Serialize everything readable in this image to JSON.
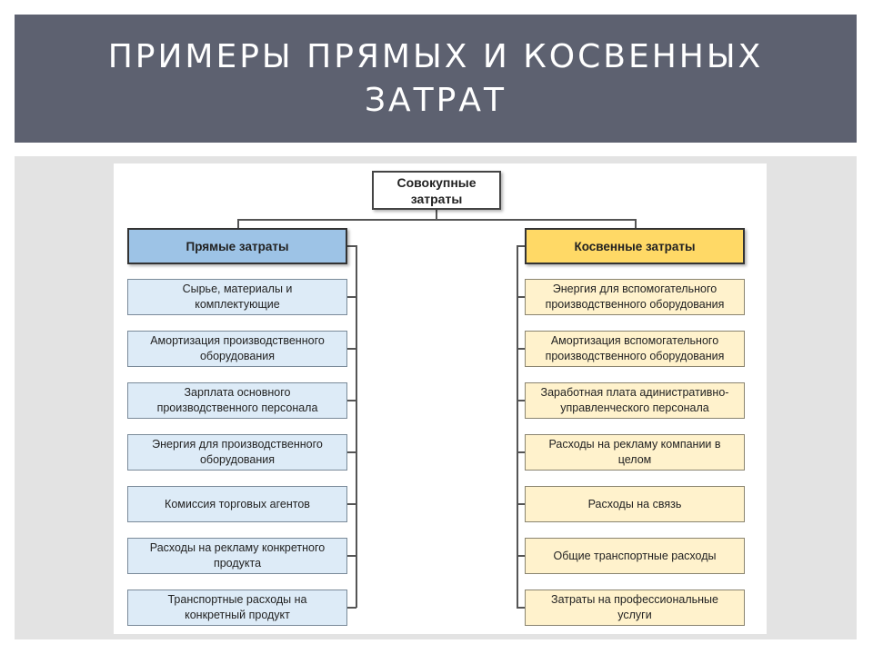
{
  "slide": {
    "title": "ПРИМЕРЫ  ПРЯМЫХ И КОСВЕННЫХ\nЗАТРАТ"
  },
  "diagram": {
    "root": "Совокупные\nзатраты",
    "direct": {
      "heading": "Прямые затраты",
      "color": "#9dc3e6",
      "items": [
        "Сырье, материалы и\nкомплектующие",
        "Амортизация производственного\nоборудования",
        "Зарплата основного\nпроизводственного персонала",
        "Энергия для производственного\nоборудования",
        "Комиссия торговых агентов",
        "Расходы на рекламу конкретного\nпродукта",
        "Транспортные расходы на\nконкретный продукт"
      ]
    },
    "indirect": {
      "heading": "Косвенные затраты",
      "color": "#ffd966",
      "items": [
        "Энергия для вспомогательного\nпроизводственного оборудования",
        "Амортизация вспомогательного\nпроизводственного оборудования",
        "Заработная плата адинистративно-\nуправленческого персонала",
        "Расходы на рекламу компании в\nцелом",
        "Расходы на связь",
        "Общие транспортные расходы",
        "Затраты на профессиональные\nуслуги"
      ]
    }
  }
}
